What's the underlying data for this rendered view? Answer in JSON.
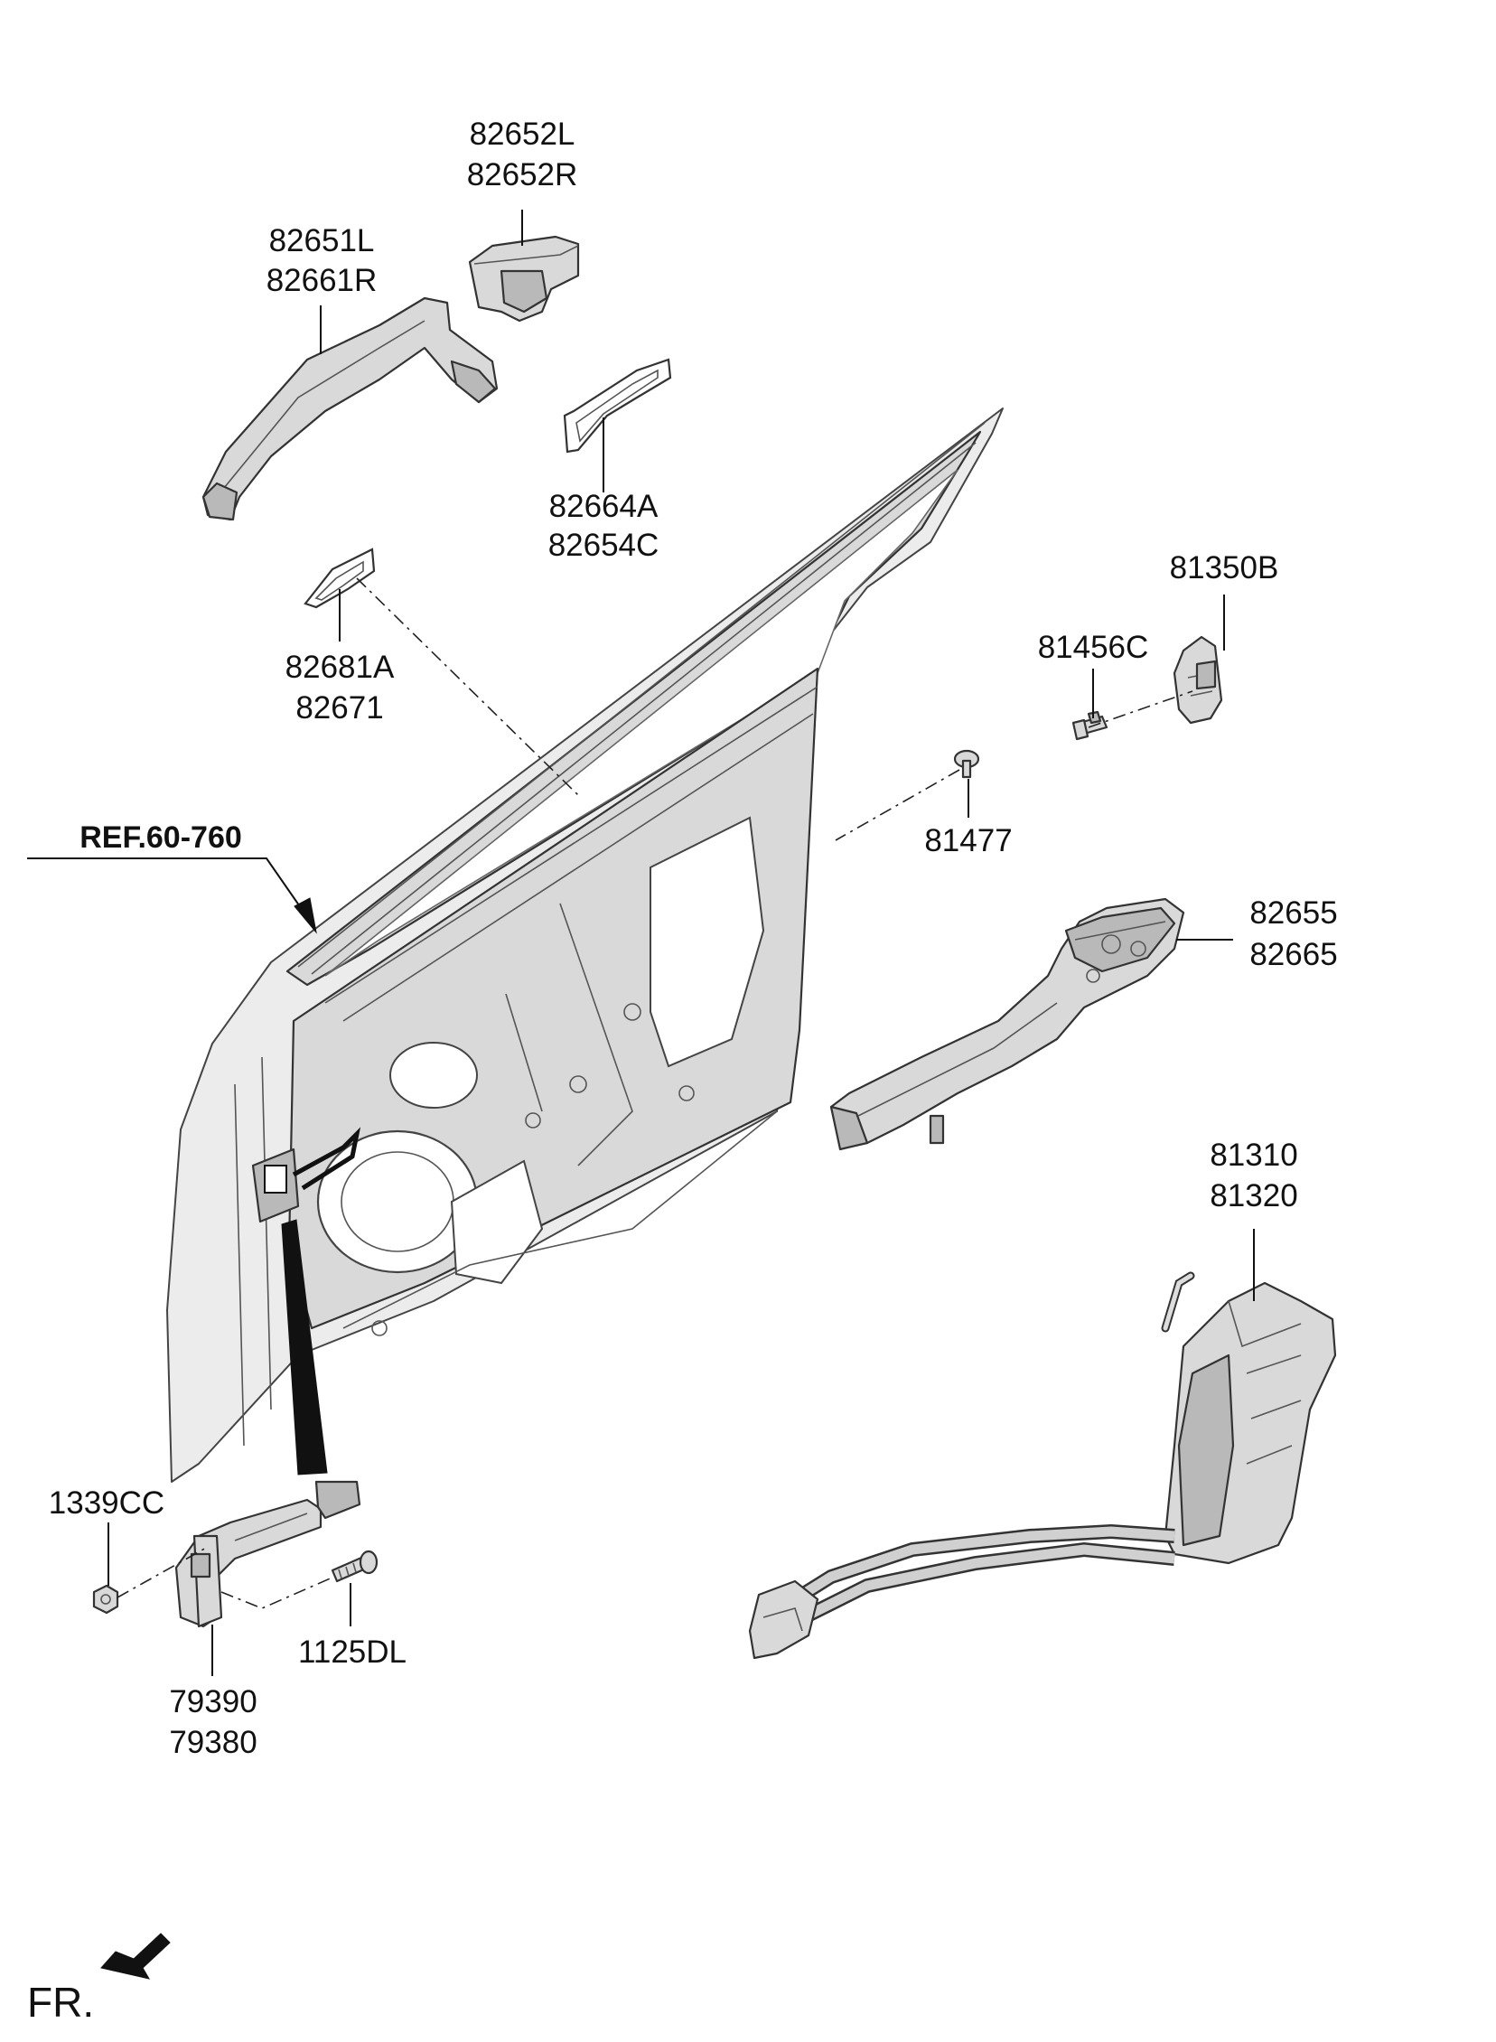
{
  "labels": {
    "outer_handle": [
      "82651L",
      "82661R"
    ],
    "handle_cover": [
      "82652L",
      "82652R"
    ],
    "handle_pad": [
      "82664A",
      "82654C"
    ],
    "cover_pad": [
      "82681A",
      "82671"
    ],
    "striker": "81350B",
    "striker_screw": "81456C",
    "clip": "81477",
    "handle_bracket": [
      "82655",
      "82665"
    ],
    "latch": [
      "81310",
      "81320"
    ],
    "nut": "1339CC",
    "bolt": "1125DL",
    "checker": [
      "79390",
      "79380"
    ]
  },
  "reference": "REF.60-760",
  "direction": "FR."
}
